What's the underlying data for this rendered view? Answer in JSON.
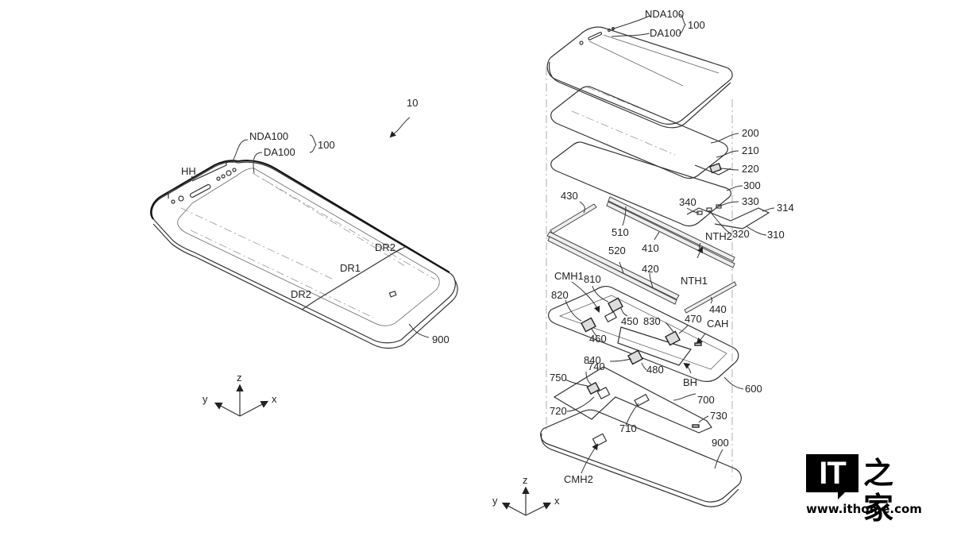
{
  "figure": {
    "reference_numeral": "10",
    "left_view": {
      "labels": {
        "nda": "NDA100",
        "da": "DA100",
        "group": "100",
        "hh": "HH",
        "dr1": "DR1",
        "dr2_top": "DR2",
        "dr2_bottom": "DR2",
        "housing": "900"
      },
      "axes": {
        "x": "x",
        "y": "y",
        "z": "z"
      }
    },
    "exploded_view": {
      "labels": {
        "nda": "NDA100",
        "da": "DA100",
        "group": "100",
        "l200": "200",
        "l210": "210",
        "l220": "220",
        "l300": "300",
        "l340": "340",
        "l330": "330",
        "l314": "314",
        "l320": "320",
        "l310": "310",
        "l430": "430",
        "l510": "510",
        "l410": "410",
        "nth2": "NTH2",
        "l520": "520",
        "l420": "420",
        "nth1": "NTH1",
        "cmh1": "CMH1",
        "l810": "810",
        "l820": "820",
        "l440": "440",
        "l450": "450",
        "l830": "830",
        "l470": "470",
        "cah": "CAH",
        "l460": "460",
        "l840": "840",
        "l480": "480",
        "bh": "BH",
        "l600": "600",
        "l740": "740",
        "l750": "750",
        "l700": "700",
        "l720": "720",
        "l730": "730",
        "l710": "710",
        "l900": "900",
        "cmh2": "CMH2"
      },
      "axes": {
        "x": "x",
        "y": "y",
        "z": "z"
      }
    }
  },
  "watermark": {
    "logo_text": "IT",
    "logo_cn": "之家",
    "url": "www.ithome.com"
  }
}
